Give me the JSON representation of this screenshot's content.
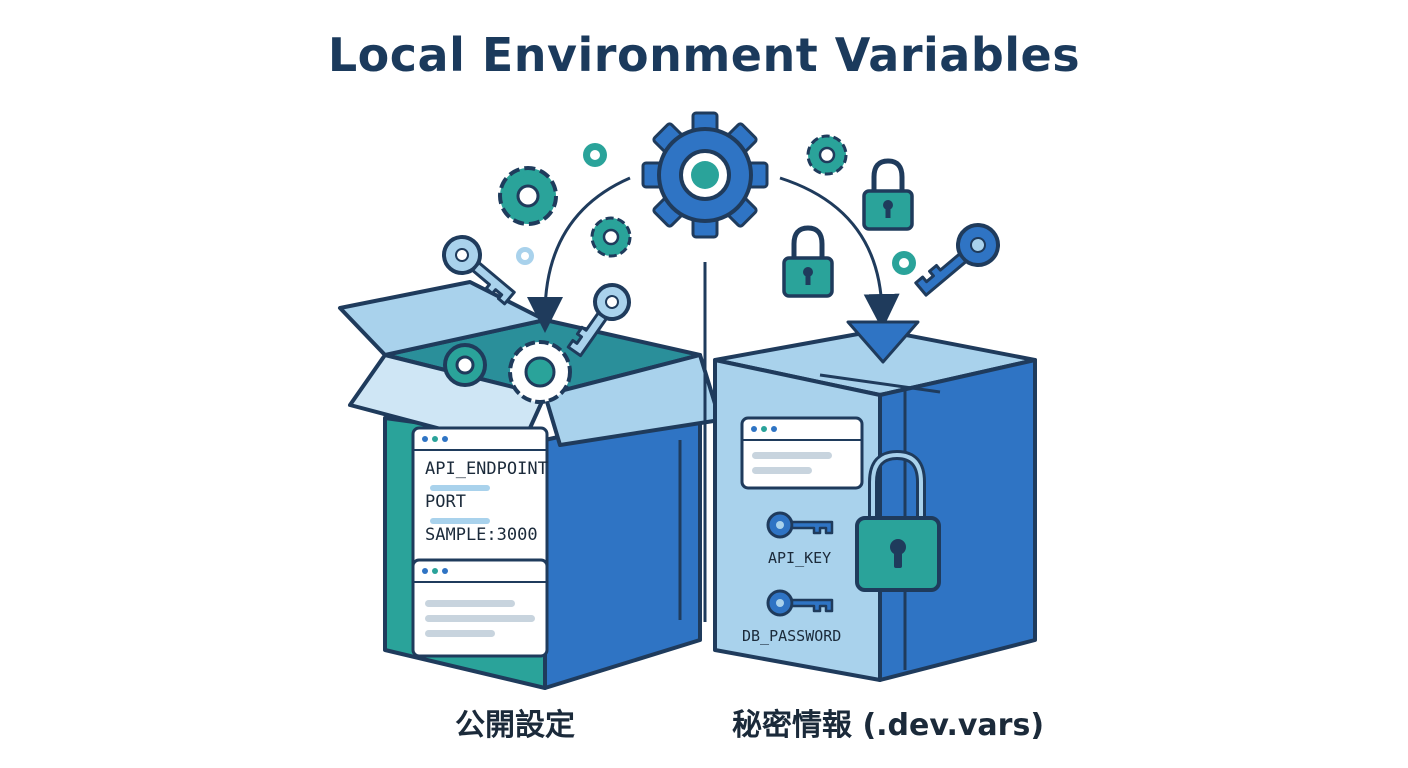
{
  "title": "Local Environment Variables",
  "public_box": {
    "caption": "公開設定",
    "lines": [
      "API_ENDPOINT",
      "PORT",
      "SAMPLE:3000"
    ]
  },
  "secret_box": {
    "caption": "秘密情報 (.dev.vars)",
    "keys": [
      "API_KEY",
      "DB_PASSWORD"
    ]
  },
  "colors": {
    "navy": "#1b3a5c",
    "blue": "#2f74c4",
    "light_blue": "#a9d2ec",
    "teal": "#2aa39a",
    "outline": "#1f3b5c"
  }
}
